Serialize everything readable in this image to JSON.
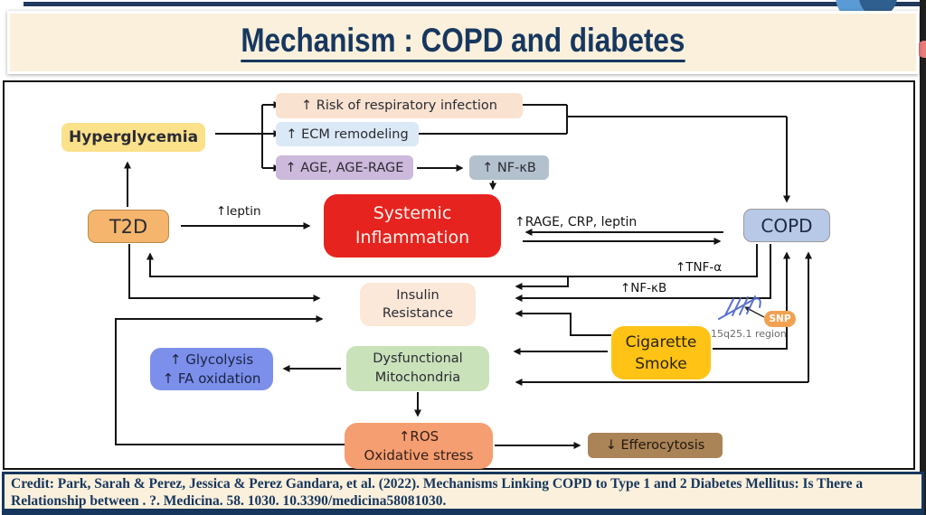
{
  "title": {
    "text": "Mechanism : COPD and diabetes"
  },
  "nodes": {
    "hyperglycemia": {
      "label": "Hyperglycemia"
    },
    "risk": {
      "label": "↑ Risk of respiratory infection"
    },
    "ecm": {
      "label": "↑ ECM remodeling"
    },
    "age": {
      "label": "↑ AGE, AGE-RAGE"
    },
    "nfkb_box": {
      "label": "↑ NF-κB"
    },
    "t2d": {
      "label": "T2D"
    },
    "systemic_inflammation": {
      "line1": "Systemic",
      "line2": "Inflammation"
    },
    "copd": {
      "label": "COPD"
    },
    "insulin_resistance": {
      "line1": "Insulin",
      "line2": "Resistance"
    },
    "glycolysis": {
      "line1": "↑ Glycolysis",
      "line2": "↑ FA oxidation"
    },
    "mitochondria": {
      "line1": "Dysfunctional",
      "line2": "Mitochondria"
    },
    "cigarette": {
      "line1": "Cigarette",
      "line2": "Smoke"
    },
    "ros": {
      "line1": "↑ROS",
      "line2": "Oxidative stress"
    },
    "efferocytosis": {
      "label": "↓ Efferocytosis"
    },
    "snp": {
      "label": "SNP"
    },
    "region": {
      "label": "15q25.1 region"
    }
  },
  "edge_labels": {
    "leptin": "↑leptin",
    "rage_crp_leptin": "↑RAGE, CRP, leptin",
    "tnf_alpha": "↑TNF-α",
    "nf_kb": "↑NF-κB"
  },
  "credit": {
    "text": "Credit: Park, Sarah & Perez, Jessica & Perez Gandara, et al. (2022). Mechanisms Linking COPD to Type 1 and 2 Diabetes Mellitus: Is There a Relationship between . ?. Medicina. 58. 1030. 10.3390/medicina58081030."
  },
  "colors": {
    "panel_bg": "#FAF0DC",
    "title_text": "#17375E",
    "credit_border": "#17365D",
    "hyperglycemia": "#FCE18B",
    "risk": "#FAE2D0",
    "ecm": "#DBE8F5",
    "age": "#CDB9DB",
    "nfkb_box": "#B3C1CE",
    "t2d": "#F5B56C",
    "systemic_inflammation": "#E6231F",
    "copd": "#B7C9E6",
    "insulin_resistance": "#FBE8D8",
    "glycolysis": "#7B8FEB",
    "mitochondria": "#C9E2BA",
    "cigarette": "#FFC316",
    "ros": "#F59E71",
    "efferocytosis": "#AA8357",
    "snp": "#F2A152",
    "arrow": "#141414",
    "dna_sketch": "#4A63C8",
    "deco_blue_light": "#5B9BD5",
    "deco_blue_dark": "#2F5F8F",
    "deco_salmon": "#E97B7B"
  }
}
